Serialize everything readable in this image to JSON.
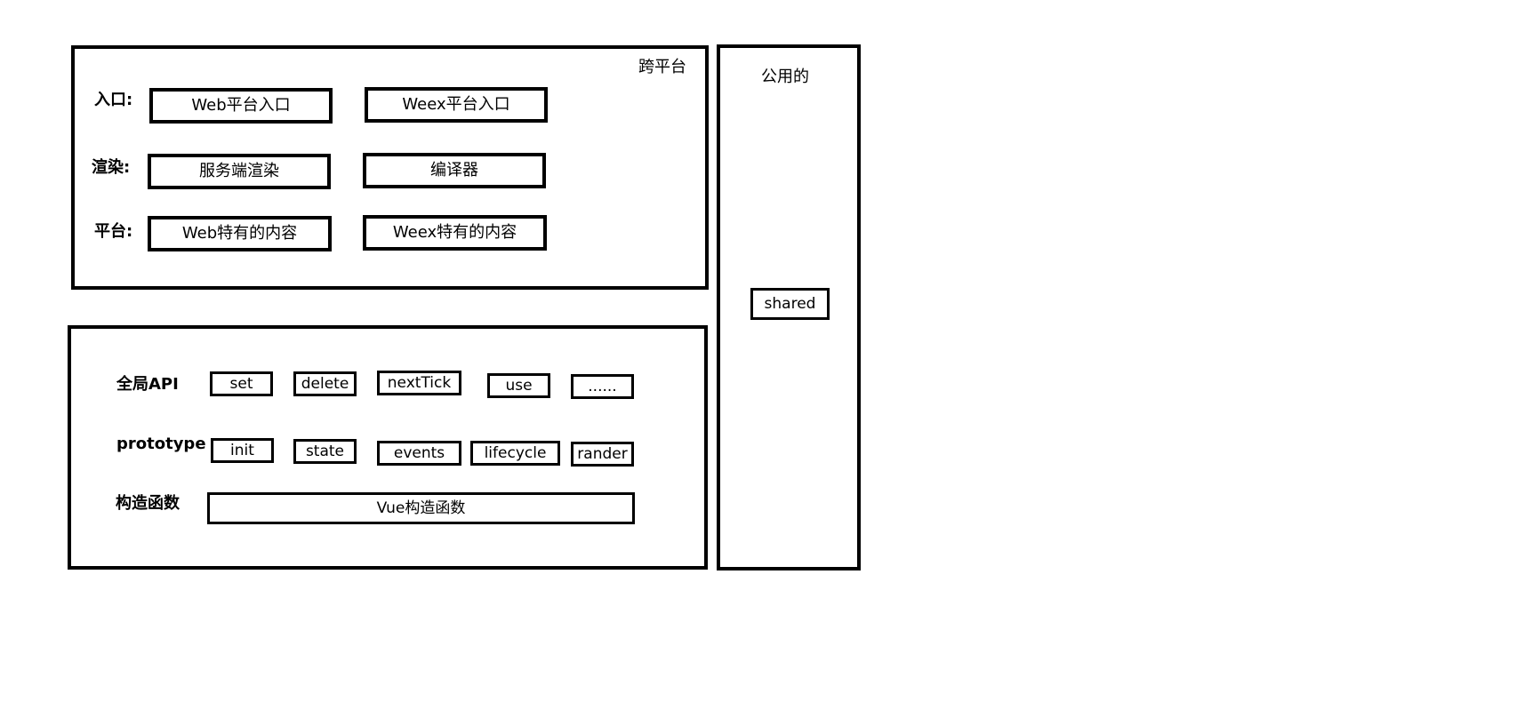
{
  "platform_panel": {
    "title": "跨平台",
    "rows": [
      {
        "label": "入口:",
        "items": [
          "Web平台入口",
          "Weex平台入口"
        ]
      },
      {
        "label": "渲染:",
        "items": [
          "服务端渲染",
          "编译器"
        ]
      },
      {
        "label": "平台:",
        "items": [
          "Web特有的内容",
          "Weex特有的内容"
        ]
      }
    ]
  },
  "core_panel": {
    "global_api": {
      "label": "全局API",
      "items": [
        "set",
        "delete",
        "nextTick",
        "use",
        "......"
      ]
    },
    "prototype": {
      "label": "prototype",
      "items": [
        "init",
        "state",
        "events",
        "lifecycle",
        "rander"
      ]
    },
    "constructor": {
      "label": "构造函数",
      "item": "Vue构造函数"
    }
  },
  "shared_panel": {
    "title": "公用的",
    "item": "shared"
  }
}
